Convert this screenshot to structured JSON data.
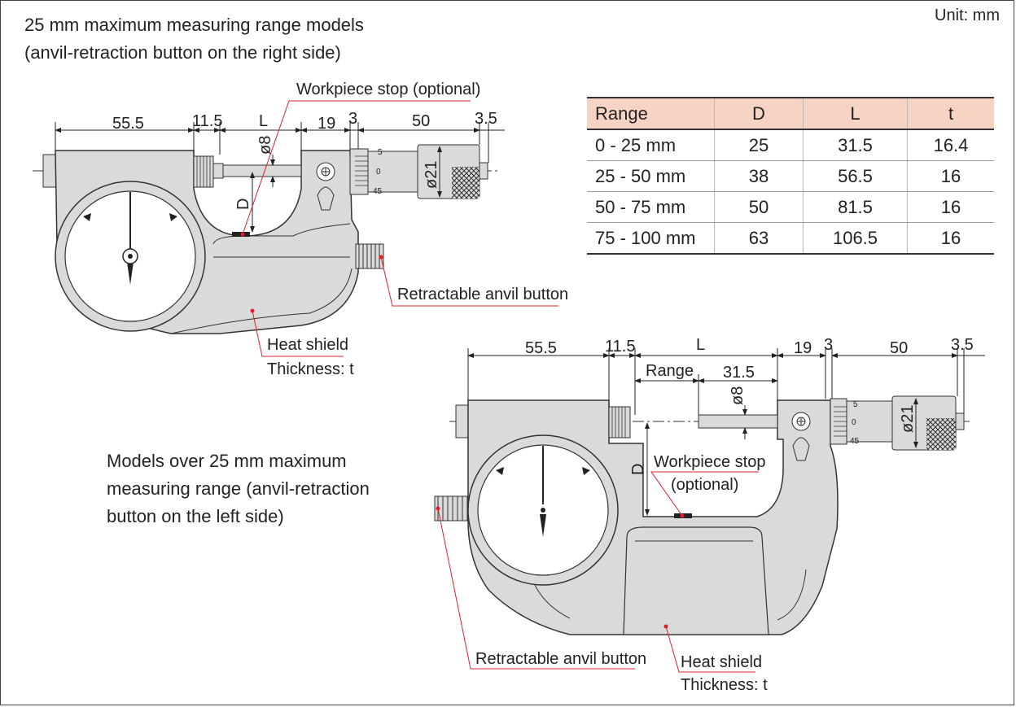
{
  "unit": "Unit: mm",
  "top": {
    "title_line1": "25 mm maximum measuring range models",
    "title_line2": "(anvil-retraction button on the right side)",
    "workpiece_stop": "Workpiece stop (optional)",
    "retract_button": "Retractable anvil button",
    "heat_shield": "Heat shield",
    "thickness": "Thickness: t",
    "dims": {
      "d55": "55.5",
      "d11": "11.5",
      "L": "L",
      "d19": "19",
      "d3": "3",
      "d50": "50",
      "d35": "3.5",
      "dia8": "ø8",
      "dia21": "ø21",
      "D": "D"
    },
    "scale": {
      "s5": "5",
      "s0": "0",
      "s45": "45"
    }
  },
  "bottom": {
    "title_line1": "Models over 25 mm maximum",
    "title_line2": "measuring range (anvil-retraction",
    "title_line3": "button on the left side)",
    "workpiece_stop1": "Workpiece stop",
    "workpiece_stop2": "(optional)",
    "retract_button": "Retractable anvil button",
    "heat_shield": "Heat shield",
    "thickness": "Thickness: t",
    "dims": {
      "d55": "55.5",
      "d11": "11.5",
      "L": "L",
      "range": "Range",
      "d31": "31.5",
      "d19": "19",
      "d3": "3",
      "d50": "50",
      "d35": "3.5",
      "dia8": "ø8",
      "dia21": "ø21",
      "D": "D"
    },
    "scale": {
      "s5": "5",
      "s0": "0",
      "s45": "45"
    }
  },
  "table": {
    "headers": [
      "Range",
      "D",
      "L",
      "t"
    ],
    "rows": [
      [
        "0 - 25 mm",
        "25",
        "31.5",
        "16.4"
      ],
      [
        "25 - 50 mm",
        "38",
        "56.5",
        "16"
      ],
      [
        "50 - 75 mm",
        "50",
        "81.5",
        "16"
      ],
      [
        "75 - 100 mm",
        "63",
        "106.5",
        "16"
      ]
    ]
  },
  "colors": {
    "body": "#dadada",
    "line": "#333333",
    "leader": "#e0202a",
    "header": "#f7d3c4"
  }
}
